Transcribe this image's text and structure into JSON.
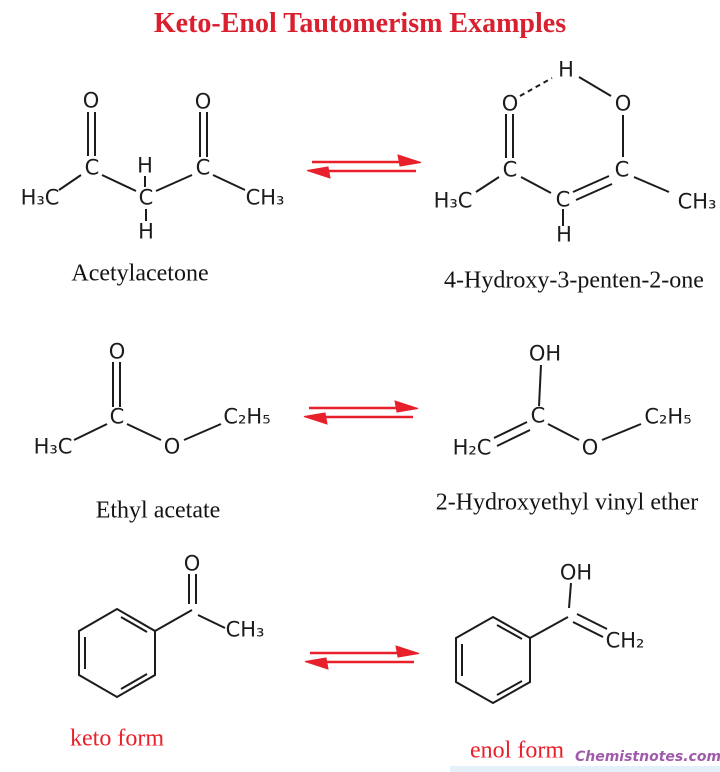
{
  "title": "Keto-Enol Tautomerism Examples",
  "watermark": "Chemistnotes.com",
  "colors": {
    "accent_red": "#e8202c",
    "structure_black": "#1c1c1c",
    "brand_purple": "#a05aab"
  },
  "molecules": {
    "acetylacetone": {
      "caption": "Acetylacetone",
      "atoms": {
        "o_left": "O",
        "o_right": "O",
        "c_left": "C",
        "c_center": "C",
        "c_right": "C",
        "h_top": "H",
        "h_bottom": "H",
        "h3c": "H₃C",
        "ch3": "CH₃"
      }
    },
    "hydroxypentenone": {
      "caption": "4-Hydroxy-3-penten-2-one",
      "atoms": {
        "h_bridge": "H",
        "o_left": "O",
        "o_right": "O",
        "c_left": "C",
        "c_center": "C",
        "c_right": "C",
        "h_bottom": "H",
        "h3c": "H₃C",
        "ch3": "CH₃"
      }
    },
    "ethyl_acetate": {
      "caption": "Ethyl acetate",
      "atoms": {
        "o_top": "O",
        "c": "C",
        "h3c": "H₃C",
        "o_ester": "O",
        "c2h5": "C₂H₅"
      }
    },
    "hydroxyethyl_vinyl_ether": {
      "caption": "2-Hydroxyethyl vinyl ether",
      "atoms": {
        "oh": "OH",
        "c": "C",
        "h2c": "H₂C",
        "o": "O",
        "c2h5": "C₂H₅"
      }
    },
    "keto_form": {
      "caption": "keto form",
      "atoms": {
        "o": "O",
        "ch3": "CH₃"
      }
    },
    "enol_form": {
      "caption": "enol form",
      "atoms": {
        "oh": "OH",
        "ch2": "CH₂"
      }
    }
  }
}
